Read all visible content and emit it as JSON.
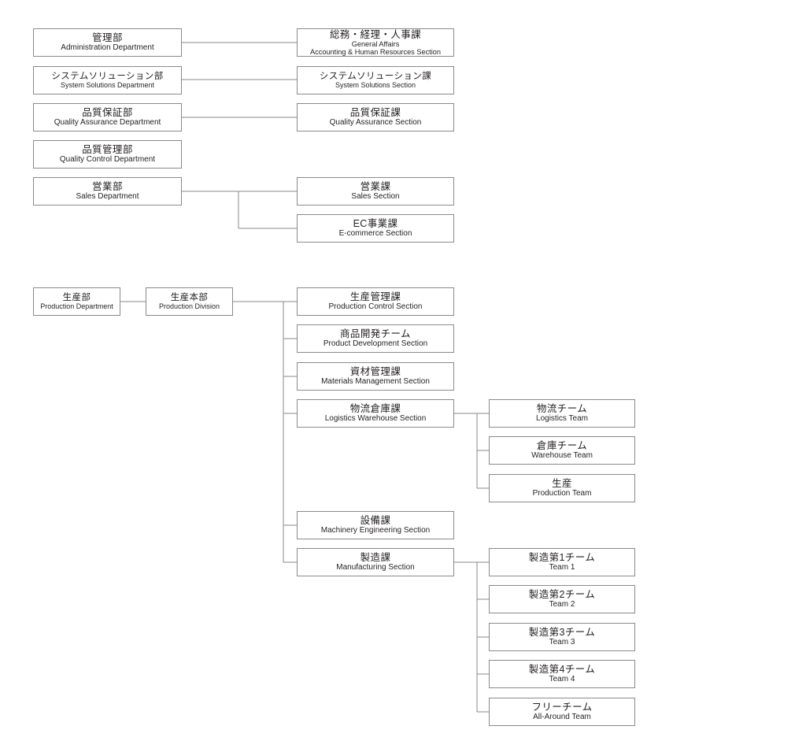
{
  "diagram": {
    "type": "organization-chart",
    "title": "",
    "line_color": "#8a8a8a",
    "box_border_color": "#8a8a8a",
    "text_color": "#231f20",
    "background": "#ffffff"
  },
  "nodes": {
    "administration_department": {
      "jp": "管理部",
      "en": "Administration Department"
    },
    "general_affairs_section": {
      "jp": "総務・経理・人事課",
      "en": "General Affairs",
      "en2": "Accounting & Human Resources Section"
    },
    "system_solutions_department": {
      "jp": "システムソリューション部",
      "en": "System Solutions Department"
    },
    "system_solutions_section": {
      "jp": "システムソリューション課",
      "en": "System Solutions Section"
    },
    "quality_assurance_department": {
      "jp": "品質保証部",
      "en": "Quality Assurance Department"
    },
    "quality_assurance_section": {
      "jp": "品質保証課",
      "en": "Quality Assurance Section"
    },
    "quality_control_department": {
      "jp": "品質管理部",
      "en": "Quality Control Department"
    },
    "sales_department": {
      "jp": "営業部",
      "en": "Sales Department"
    },
    "sales_section": {
      "jp": "営業課",
      "en": "Sales Section"
    },
    "ecommerce_section": {
      "jp": "EC事業課",
      "en": "E-commerce Section"
    },
    "production_department": {
      "jp": "生産部",
      "en": "Production Department"
    },
    "production_division": {
      "jp": "生産本部",
      "en": "Production Division"
    },
    "production_control_section": {
      "jp": "生産管理課",
      "en": "Production Control Section"
    },
    "product_development_section": {
      "jp": "商品開発チーム",
      "en": "Product Development Section"
    },
    "materials_management_section": {
      "jp": "資材管理課",
      "en": "Materials Management Section"
    },
    "logistics_warehouse_section": {
      "jp": "物流倉庫課",
      "en": "Logistics Warehouse Section"
    },
    "logistics_team": {
      "jp": "物流チーム",
      "en": "Logistics Team"
    },
    "warehouse_team": {
      "jp": "倉庫チーム",
      "en": "Warehouse Team"
    },
    "production_team": {
      "jp": "生産",
      "en": "Production Team"
    },
    "machinery_engineering_section": {
      "jp": "設備課",
      "en": "Machinery Engineering Section"
    },
    "manufacturing_section": {
      "jp": "製造課",
      "en": "Manufacturing Section"
    },
    "team_1": {
      "jp": "製造第1チーム",
      "en": "Team 1"
    },
    "team_2": {
      "jp": "製造第2チーム",
      "en": "Team 2"
    },
    "team_3": {
      "jp": "製造第3チーム",
      "en": "Team 3"
    },
    "team_4": {
      "jp": "製造第4チーム",
      "en": "Team 4"
    },
    "all_around_team": {
      "jp": "フリーチーム",
      "en": "All-Around Team"
    }
  },
  "relationships": [
    {
      "parent": "administration_department",
      "child": "general_affairs_section"
    },
    {
      "parent": "system_solutions_department",
      "child": "system_solutions_section"
    },
    {
      "parent": "quality_assurance_department",
      "child": "quality_assurance_section"
    },
    {
      "parent": "sales_department",
      "child": "sales_section"
    },
    {
      "parent": "sales_department",
      "child": "ecommerce_section"
    },
    {
      "parent": "production_department",
      "child": "production_division"
    },
    {
      "parent": "production_division",
      "child": "production_control_section"
    },
    {
      "parent": "production_division",
      "child": "product_development_section"
    },
    {
      "parent": "production_division",
      "child": "materials_management_section"
    },
    {
      "parent": "production_division",
      "child": "logistics_warehouse_section"
    },
    {
      "parent": "production_division",
      "child": "machinery_engineering_section"
    },
    {
      "parent": "production_division",
      "child": "manufacturing_section"
    },
    {
      "parent": "logistics_warehouse_section",
      "child": "logistics_team"
    },
    {
      "parent": "logistics_warehouse_section",
      "child": "warehouse_team"
    },
    {
      "parent": "logistics_warehouse_section",
      "child": "production_team"
    },
    {
      "parent": "manufacturing_section",
      "child": "team_1"
    },
    {
      "parent": "manufacturing_section",
      "child": "team_2"
    },
    {
      "parent": "manufacturing_section",
      "child": "team_3"
    },
    {
      "parent": "manufacturing_section",
      "child": "team_4"
    },
    {
      "parent": "manufacturing_section",
      "child": "all_around_team"
    }
  ]
}
